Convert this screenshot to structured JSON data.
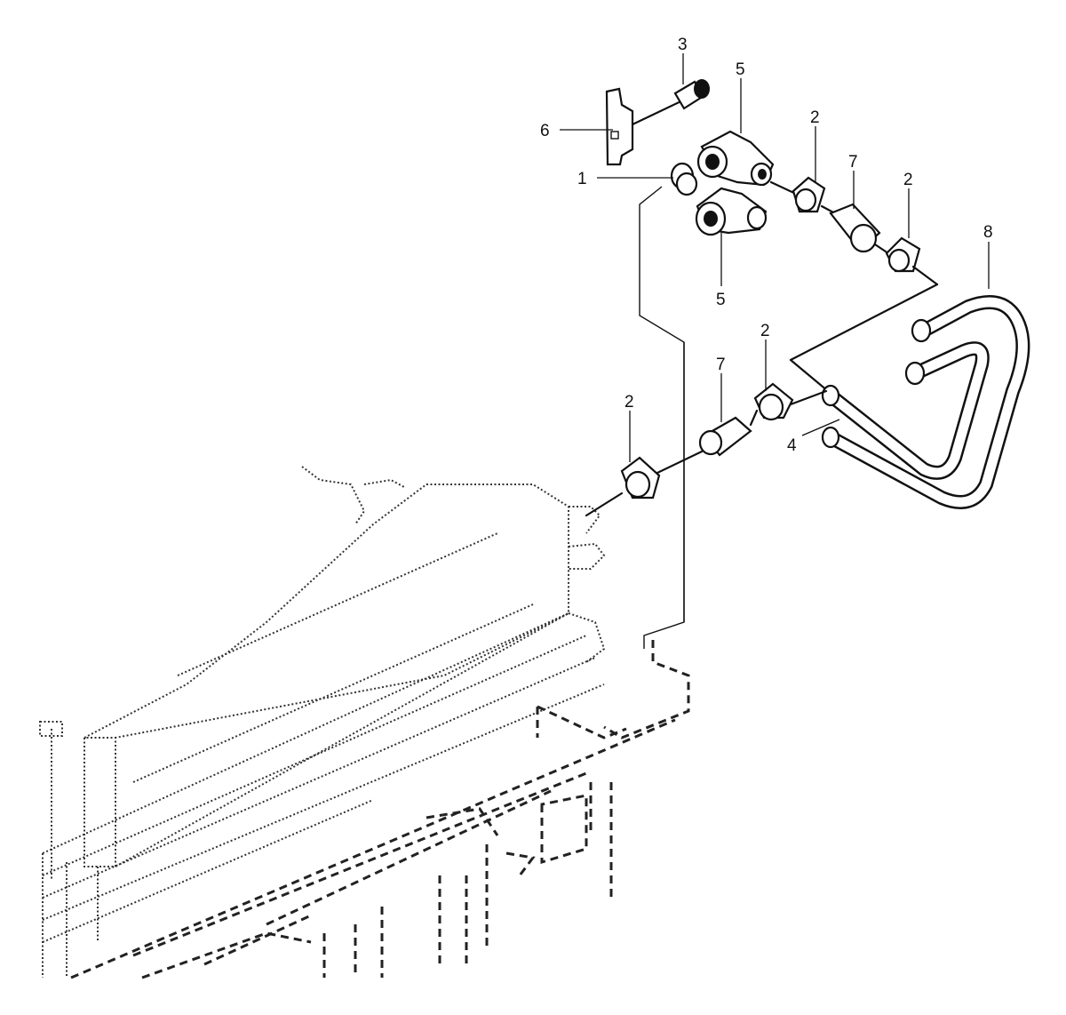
{
  "callouts": {
    "c1": "1",
    "c2a": "2",
    "c2b": "2",
    "c2c": "2",
    "c2d": "2",
    "c3": "3",
    "c4": "4",
    "c5a": "5",
    "c5b": "5",
    "c6": "6",
    "c7a": "7",
    "c7b": "7",
    "c8": "8"
  }
}
